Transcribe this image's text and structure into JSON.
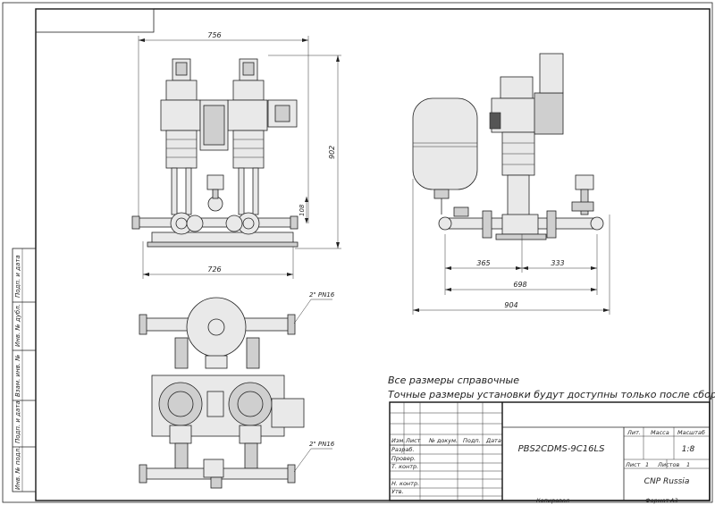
{
  "dimensions": {
    "front_width_top": "756",
    "front_height": "902",
    "front_inlet_height": "108",
    "front_width_bottom": "726",
    "side_left": "365",
    "side_right": "333",
    "side_total": "698",
    "side_overall": "904",
    "pipe_top": "2\" PN16",
    "pipe_bottom": "2\" PN16"
  },
  "notes": {
    "line1": "Все размеры справочные",
    "line2": "Точные размеры установки будут доступны только после сборки"
  },
  "side_stamp": {
    "labels": [
      "Подп. и дата",
      "Инв. № дубл.",
      "Взам. инв. №",
      "Подп. и дата",
      "Инв. № подл."
    ]
  },
  "title_block": {
    "col_headers": [
      "Изм.",
      "Лист",
      "№ докум.",
      "Подп.",
      "Дата"
    ],
    "roles": [
      "Разраб.",
      "Провер.",
      "Т. контр.",
      "",
      "Н. контр.",
      "Утв."
    ],
    "designation": "PBS2CDMS-9C16LS",
    "lit_label": "Лит.",
    "mass_label": "Масса",
    "scale_label": "Масштаб",
    "scale_value": "1:8",
    "sheet_label": "Лист",
    "sheet_value": "1",
    "sheets_label": "Листов",
    "sheets_value": "1",
    "company": "CNP Russia",
    "copied_label": "Копировал",
    "format_label": "Формат",
    "format_value": "A3"
  }
}
